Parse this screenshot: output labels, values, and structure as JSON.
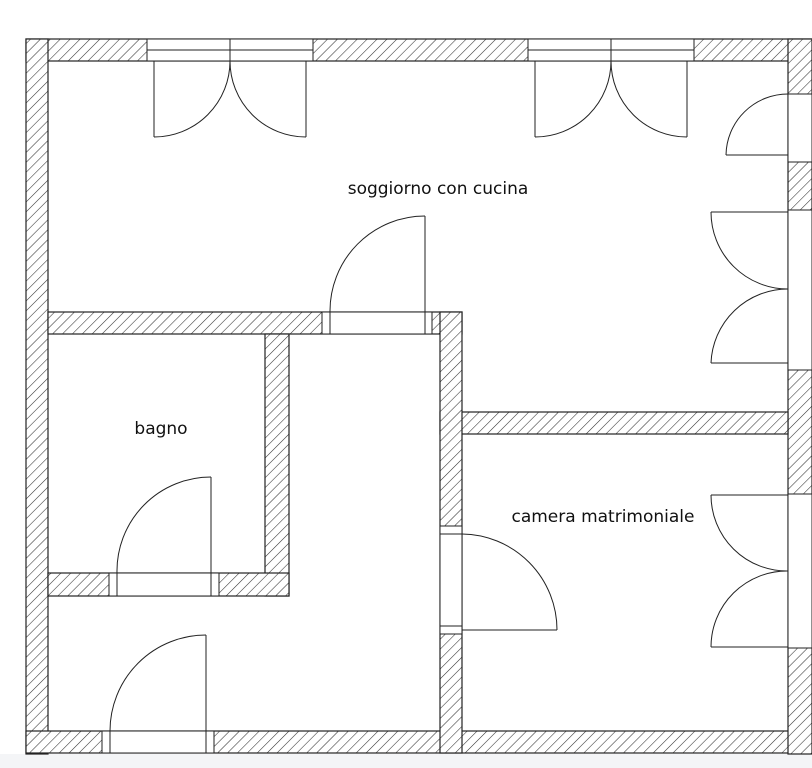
{
  "rooms": {
    "living": {
      "label": "soggiorno con cucina"
    },
    "bath": {
      "label": "bagno"
    },
    "bedroom": {
      "label": "camera matrimoniale"
    }
  }
}
